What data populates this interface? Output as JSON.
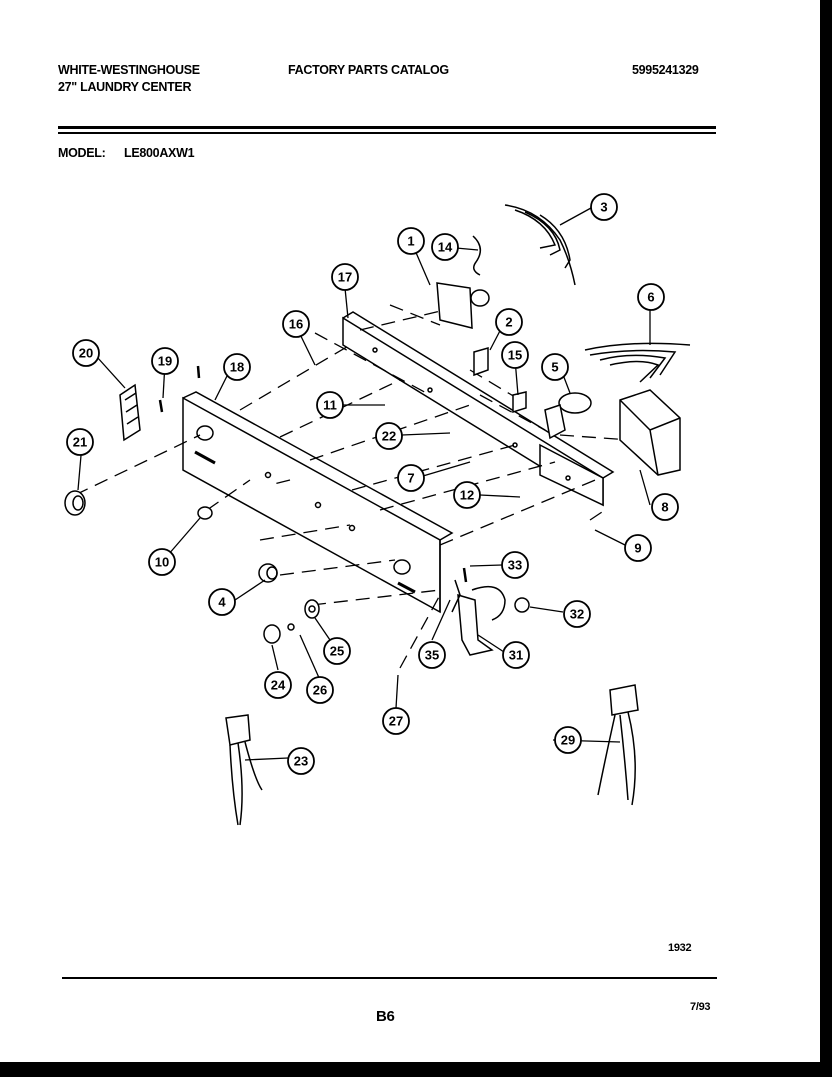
{
  "header": {
    "brand_line1": "WHITE-WESTINGHOUSE",
    "brand_line2": "27\" LAUNDRY CENTER",
    "catalog_title": "FACTORY PARTS CATALOG",
    "catalog_number": "5995241329",
    "model_label": "MODEL:",
    "model_value": "LE800AXW1"
  },
  "diagram": {
    "callouts": [
      "1",
      "2",
      "3",
      "4",
      "5",
      "6",
      "7",
      "8",
      "9",
      "10",
      "11",
      "12",
      "14",
      "15",
      "16",
      "17",
      "18",
      "19",
      "20",
      "21",
      "22",
      "23",
      "24",
      "25",
      "26",
      "27",
      "29",
      "31",
      "32",
      "33",
      "35"
    ]
  },
  "footer": {
    "figure_number": "1932",
    "page_number": "B6",
    "date": "7/93"
  }
}
